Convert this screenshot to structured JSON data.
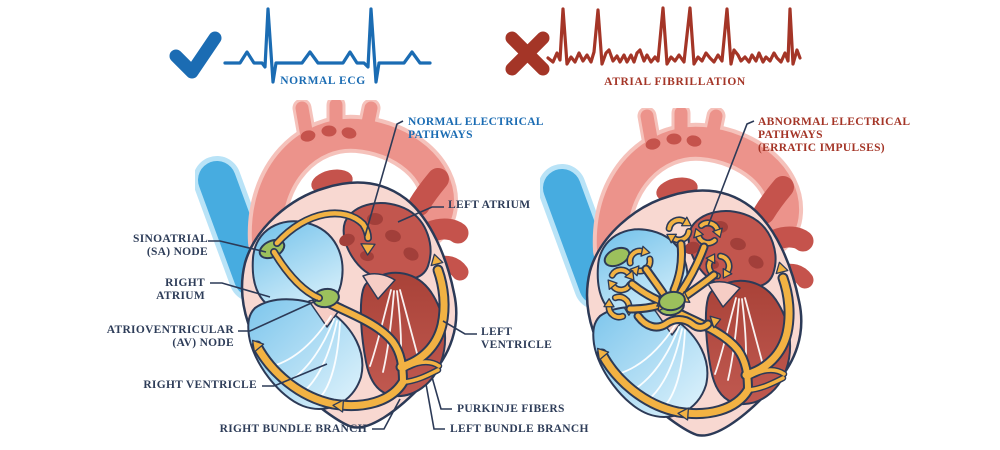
{
  "ecg": {
    "normal": {
      "label": "NORMAL ECG",
      "icon": "checkmark-icon"
    },
    "afib": {
      "label": "ATRIAL FIBRILLATION",
      "icon": "x-mark-icon"
    }
  },
  "labels": {
    "pathways_normal": [
      "NORMAL ELECTRICAL",
      "PATHWAYS"
    ],
    "left_atrium": [
      "LEFT ATRIUM"
    ],
    "sa_node": [
      "SINOATRIAL",
      "(SA) NODE"
    ],
    "right_atrium": [
      "RIGHT",
      "ATRIUM"
    ],
    "av_node": [
      "ATRIOVENTRICULAR",
      "(AV) NODE"
    ],
    "right_ventricle": [
      "RIGHT VENTRICLE"
    ],
    "left_ventricle": [
      "LEFT",
      "VENTRICLE"
    ],
    "purkinje_fibers": [
      "PURKINJE FIBERS"
    ],
    "right_bundle_branch": [
      "RIGHT BUNDLE BRANCH"
    ],
    "left_bundle_branch": [
      "LEFT BUNDLE BRANCH"
    ],
    "pathways_abnormal": [
      "ABNORMAL ELECTRICAL",
      "PATHWAYS",
      "(ERRATIC IMPULSES)"
    ]
  },
  "colors": {
    "normal_accent": "#1b6cb3",
    "afib_accent": "#a43527",
    "label_navy": "#2e3d59",
    "pathway_yellow": "#f2b243",
    "node_green": "#9cc05c",
    "heart_wall_pink": "#f8d8d1",
    "atrium_blue": "#8fcdf0",
    "ventricle_red": "#b34a42"
  }
}
